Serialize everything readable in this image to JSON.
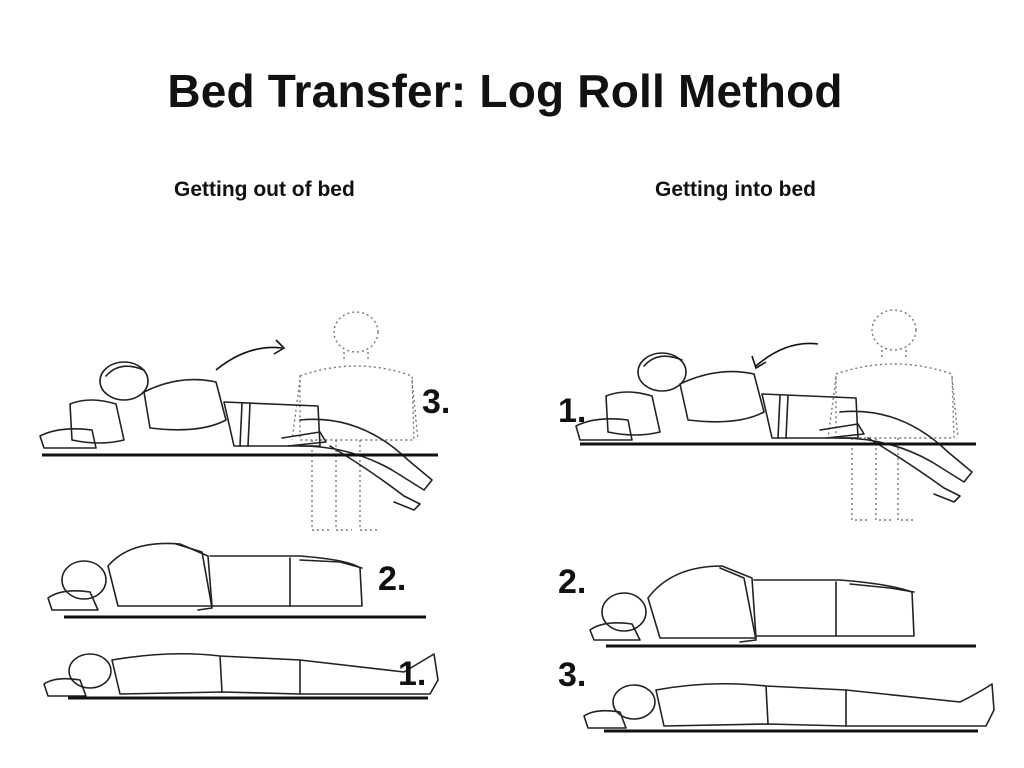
{
  "title": "Bed Transfer: Log Roll Method",
  "sections": [
    {
      "heading": "Getting out of bed",
      "steps": [
        "3.",
        "2.",
        "1."
      ]
    },
    {
      "heading": "Getting into bed",
      "steps": [
        "1.",
        "2.",
        "3."
      ]
    }
  ],
  "icons": {
    "arrow_out": "curved-arrow-icon",
    "arrow_in": "curved-arrow-icon"
  },
  "colors": {
    "ink": "#111111",
    "ghost": "#777777",
    "background": "#ffffff"
  }
}
